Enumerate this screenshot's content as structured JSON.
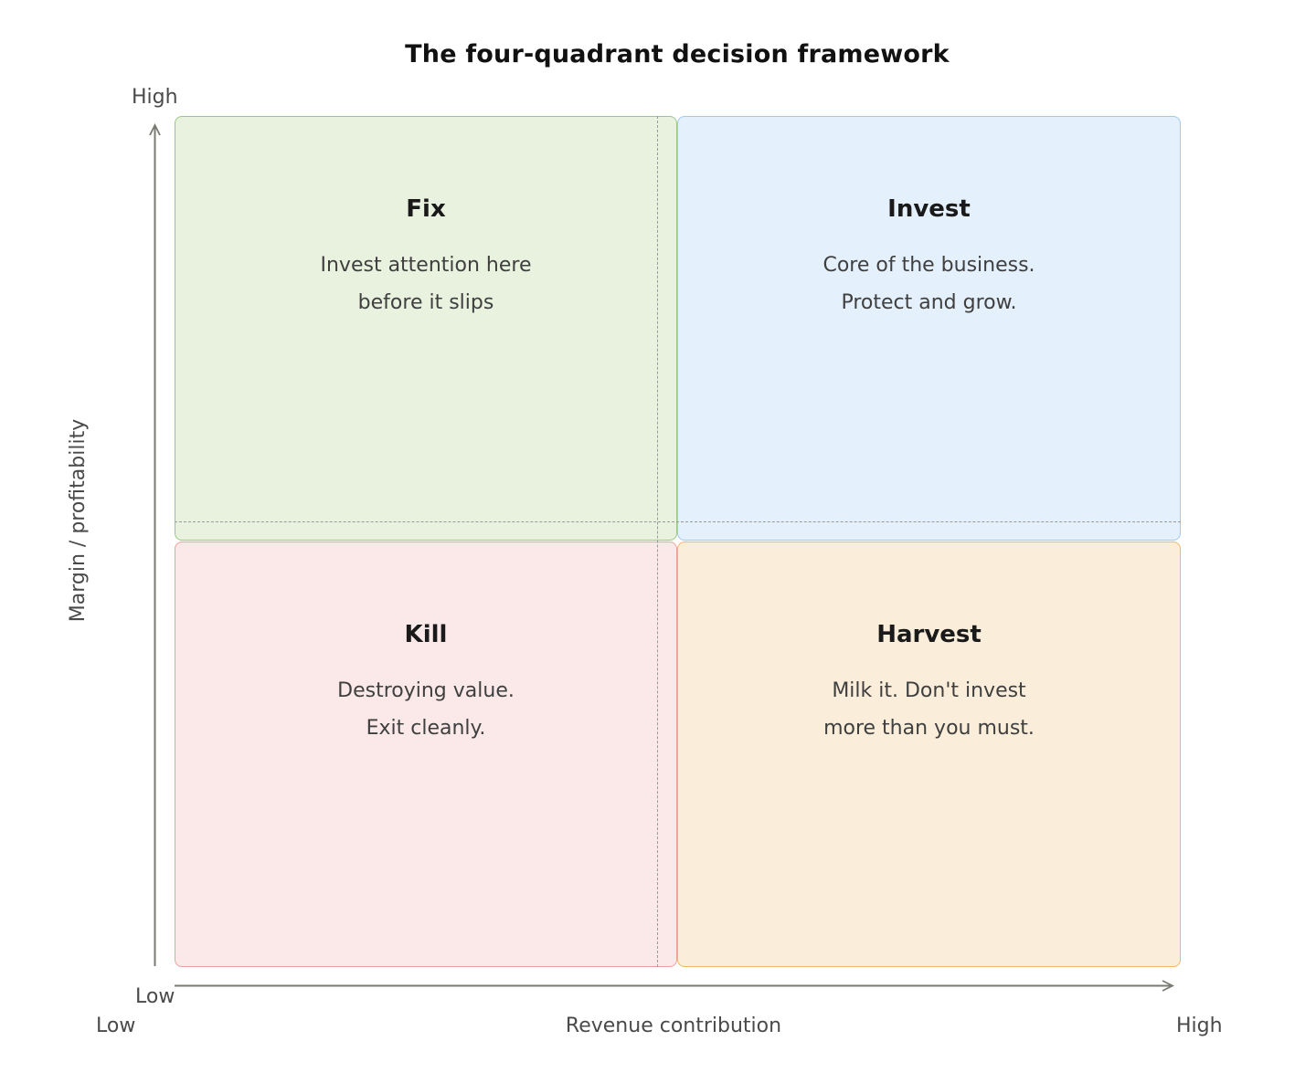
{
  "title": "The four-quadrant decision framework",
  "axes": {
    "y": {
      "label": "Margin / profitability",
      "high": "High",
      "low": "Low"
    },
    "x": {
      "label": "Revenue contribution",
      "high": "High",
      "low": "Low"
    },
    "axis_color": "#7a7a72",
    "divider_color": "#9a9a9a"
  },
  "quadrants": {
    "fix": {
      "title": "Fix",
      "lines": [
        "Invest attention here",
        "before it slips"
      ],
      "fill": "#e8f2df",
      "border": "#9cc883"
    },
    "invest": {
      "title": "Invest",
      "lines": [
        "Core of the business.",
        "Protect and grow."
      ],
      "fill": "#e4f0fb",
      "border": "#a3c9ec"
    },
    "kill": {
      "title": "Kill",
      "lines": [
        "Destroying value.",
        "Exit cleanly."
      ],
      "fill": "#fbe9e9",
      "border": "#ee9f9a"
    },
    "harvest": {
      "title": "Harvest",
      "lines": [
        "Milk it. Don't invest",
        "more than you must."
      ],
      "fill": "#faedd9",
      "border": "#f0b865"
    }
  }
}
